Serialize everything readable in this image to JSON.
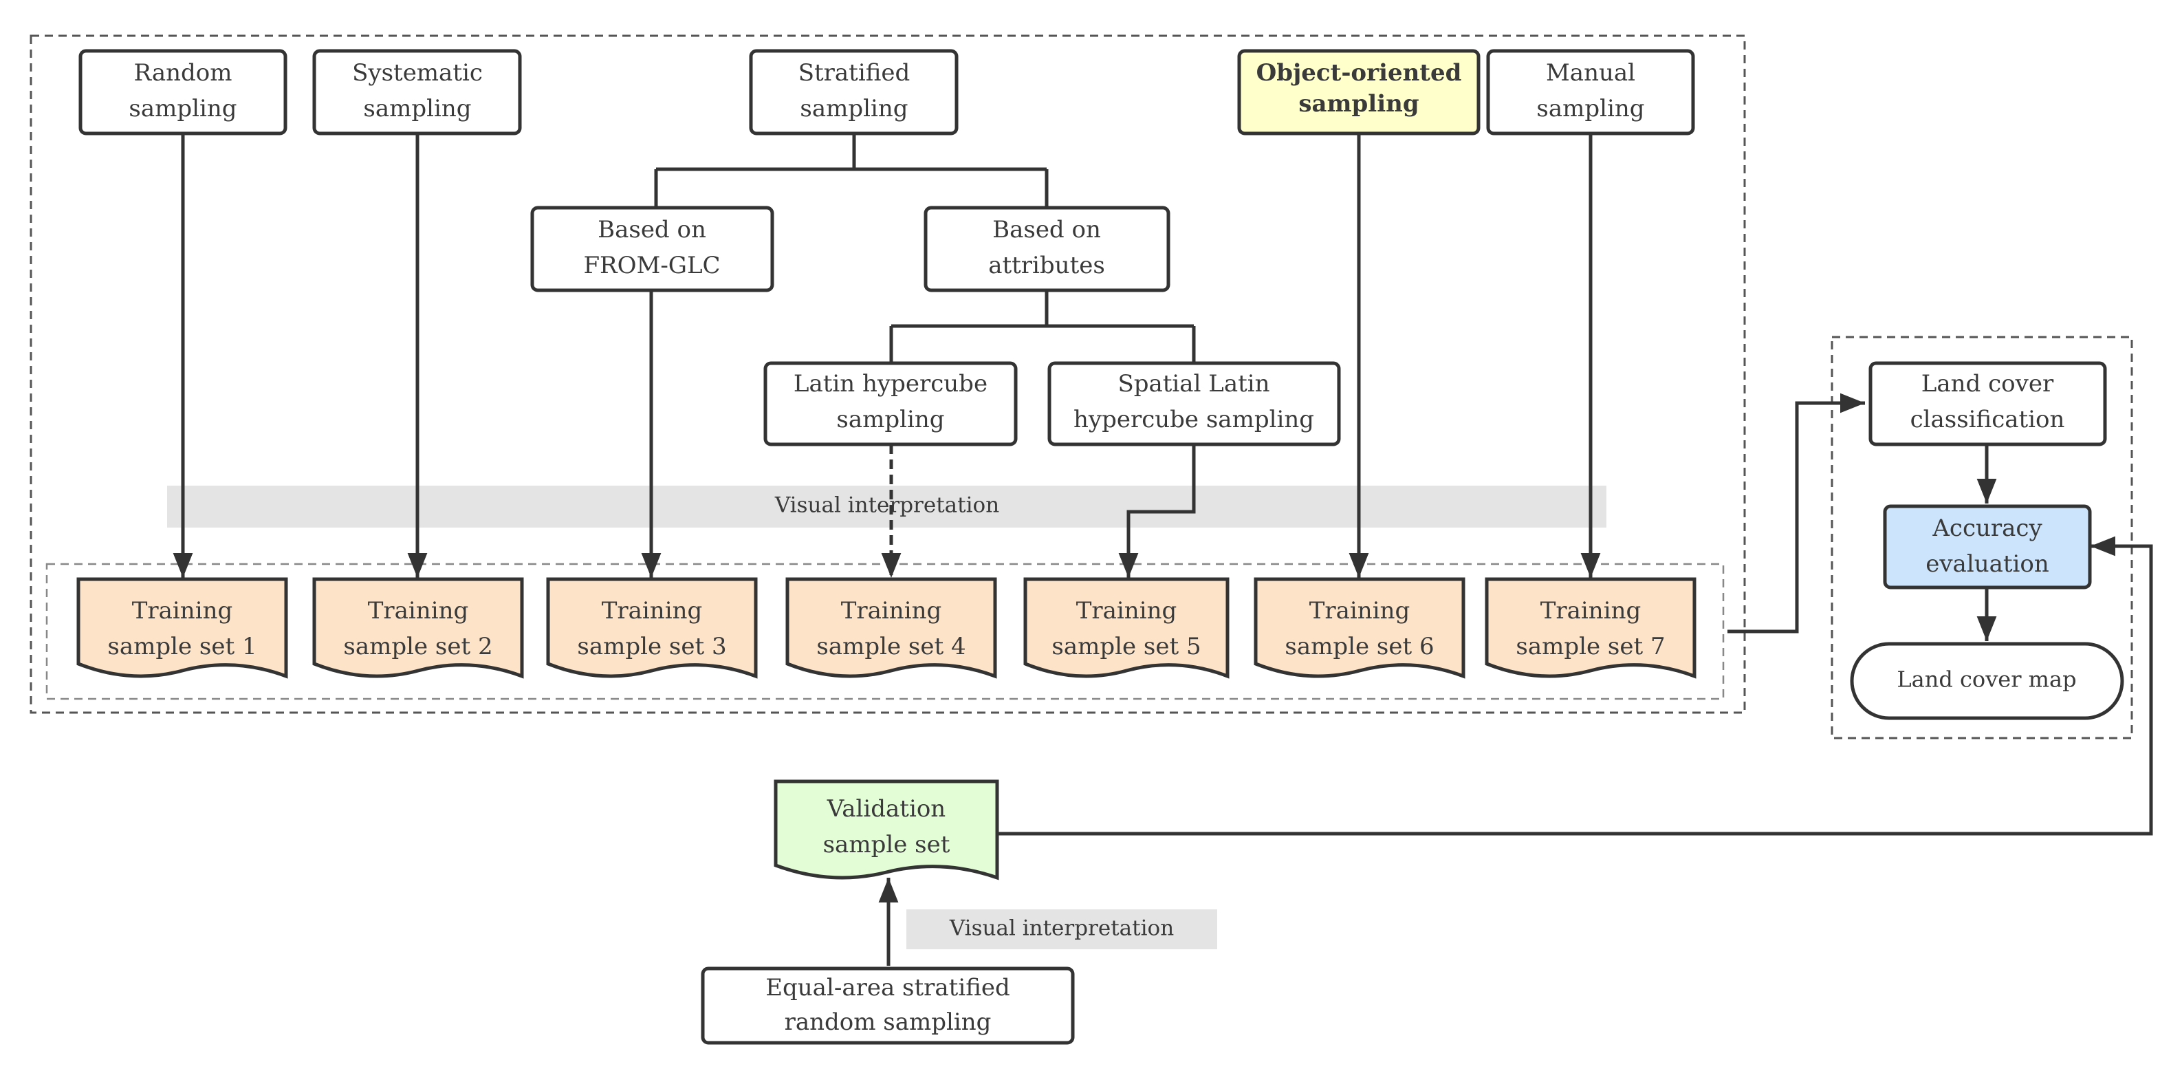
{
  "colors": {
    "box_white": "#ffffff",
    "box_highlight_yellow": "#ffffcc",
    "box_training_peach": "#fde3c8",
    "box_validation_green": "#e3fdd6",
    "box_accuracy_blue": "#cce5fc",
    "band_gray": "#e4e4e4",
    "stroke": "#333333"
  },
  "nodes": {
    "random": [
      "Random",
      "sampling"
    ],
    "systematic": [
      "Systematic",
      "sampling"
    ],
    "stratified": [
      "Stratified",
      "sampling"
    ],
    "object_oriented": [
      "Object-oriented",
      "sampling"
    ],
    "manual": [
      "Manual",
      "sampling"
    ],
    "from_glc": [
      "Based on",
      "FROM-GLC"
    ],
    "attributes": [
      "Based on",
      "attributes"
    ],
    "latin": [
      "Latin hypercube",
      "sampling"
    ],
    "spatial_latin": [
      "Spatial Latin",
      "hypercube sampling"
    ],
    "training": [
      [
        "Training",
        "sample set 1"
      ],
      [
        "Training",
        "sample set 2"
      ],
      [
        "Training",
        "sample set 3"
      ],
      [
        "Training",
        "sample set 4"
      ],
      [
        "Training",
        "sample set 5"
      ],
      [
        "Training",
        "sample set 6"
      ],
      [
        "Training",
        "sample set 7"
      ]
    ],
    "land_cover_classification": [
      "Land cover",
      "classification"
    ],
    "accuracy_evaluation": [
      "Accuracy",
      "evaluation"
    ],
    "land_cover_map": "Land cover map",
    "validation": [
      "Validation",
      "sample set"
    ],
    "equal_area": [
      "Equal-area stratified",
      "random sampling"
    ]
  },
  "bands": {
    "visual_top": "Visual interpretation",
    "visual_bottom": "Visual interpretation"
  }
}
